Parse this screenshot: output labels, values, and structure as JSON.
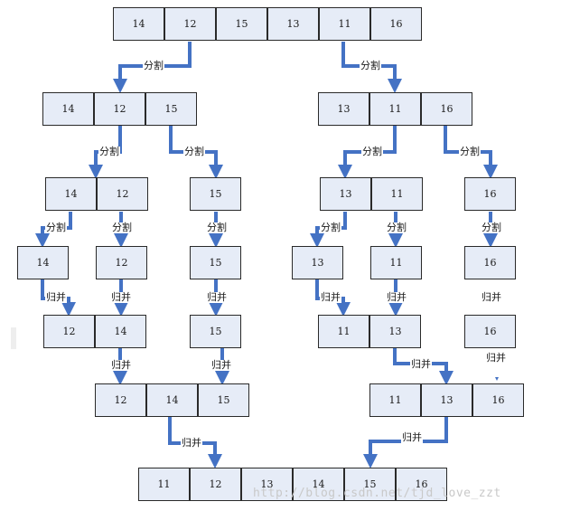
{
  "labels": {
    "split": "分割",
    "merge": "归并"
  },
  "watermark": "http://blog.csdn.net/tjd_love_zzt",
  "colors": {
    "arrow": "#4472c4",
    "cell_fill": "#e6ecf7",
    "cell_border": "#2a2a2a"
  },
  "rows": [
    {
      "groups": [
        [
          "14",
          "12",
          "15",
          "13",
          "11",
          "16"
        ]
      ]
    },
    {
      "groups": [
        [
          "14",
          "12",
          "15"
        ],
        [
          "13",
          "11",
          "16"
        ]
      ]
    },
    {
      "groups": [
        [
          "14",
          "12"
        ],
        [
          "15"
        ],
        [
          "13",
          "11"
        ],
        [
          "16"
        ]
      ]
    },
    {
      "groups": [
        [
          "14"
        ],
        [
          "12"
        ],
        [
          "15"
        ],
        [
          "13"
        ],
        [
          "11"
        ],
        [
          "16"
        ]
      ]
    },
    {
      "groups": [
        [
          "12",
          "14"
        ],
        [
          "15"
        ],
        [
          "11",
          "13"
        ],
        [
          "16"
        ]
      ]
    },
    {
      "groups": [
        [
          "12",
          "14",
          "15"
        ],
        [
          "11",
          "13",
          "16"
        ]
      ]
    },
    {
      "groups": [
        [
          "11",
          "12",
          "13",
          "14",
          "15",
          "16"
        ]
      ]
    }
  ]
}
